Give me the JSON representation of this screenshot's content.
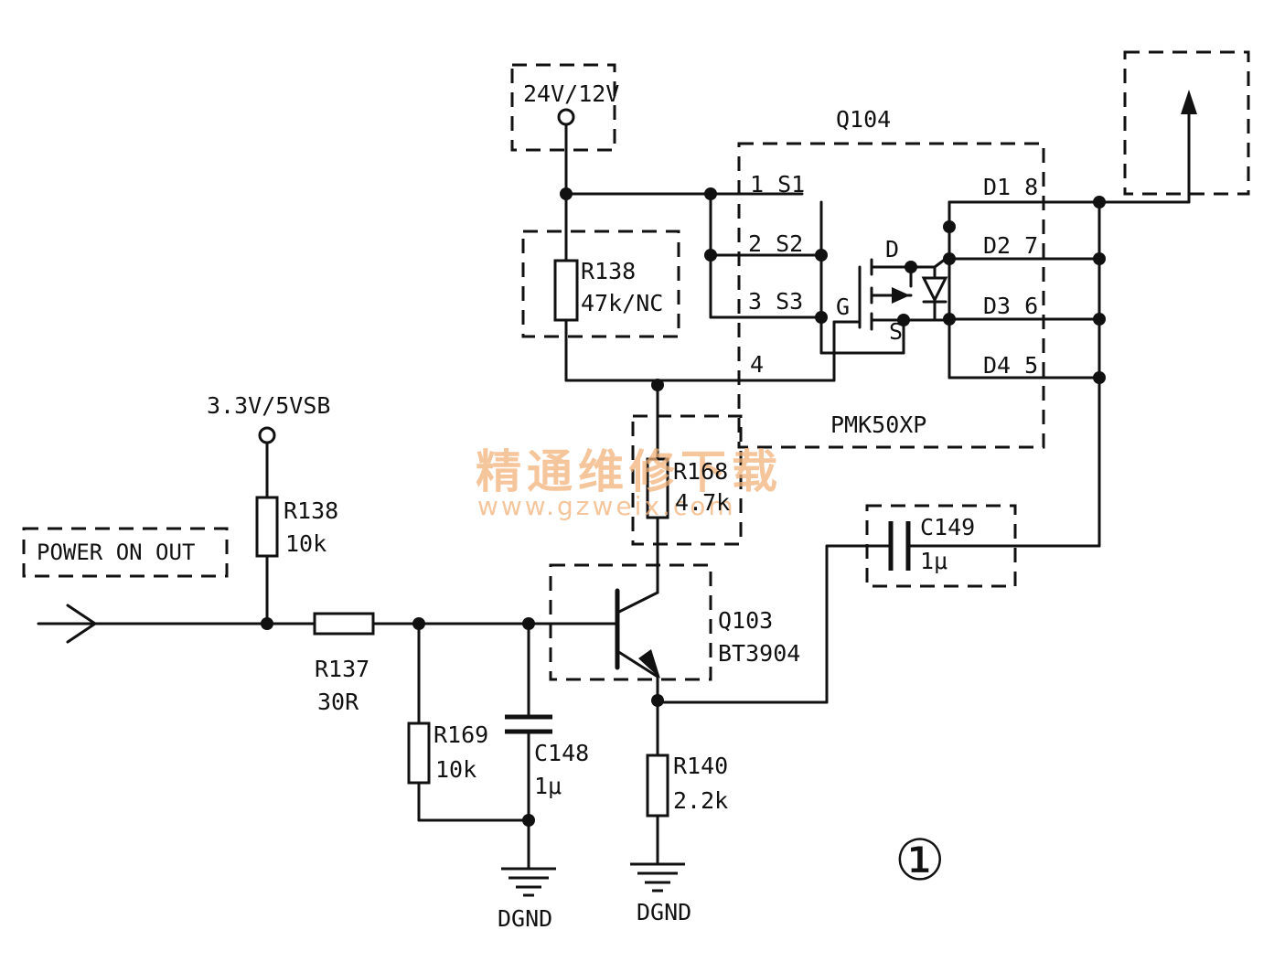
{
  "labels": {
    "supply_24v": "24V/12V",
    "q104": "Q104",
    "s1": "1 S1",
    "s2": "2 S2",
    "s3": "3 S3",
    "pin4": "4",
    "pin_g": "G",
    "pin_d": "D",
    "pin_s": "S",
    "d1": "D1 8",
    "d2": "D2 7",
    "d3": "D3 6",
    "d4": "D4 5",
    "pmk": "PMK50XP",
    "r138a_name": "R138",
    "r138a_val": "47k/NC",
    "supply_3v3": "3.3V/5VSB",
    "r138b_name": "R138",
    "r138b_val": "10k",
    "power_on_out": "POWER ON OUT",
    "r168_name": "R168",
    "r168_val": "4.7k",
    "c149_name": "C149",
    "c149_val": "1μ",
    "q103_name": "Q103",
    "q103_val": "BT3904",
    "r137_name": "R137",
    "r137_val": "30R",
    "r169_name": "R169",
    "r169_val": "10k",
    "c148_name": "C148",
    "c148_val": "1μ",
    "r140_name": "R140",
    "r140_val": "2.2k",
    "dgnd1": "DGND",
    "dgnd2": "DGND",
    "figure_no": "①"
  },
  "watermark": {
    "text": "精通维修下载",
    "url": "www.gzweix.com",
    "color": "#f2b27a"
  }
}
